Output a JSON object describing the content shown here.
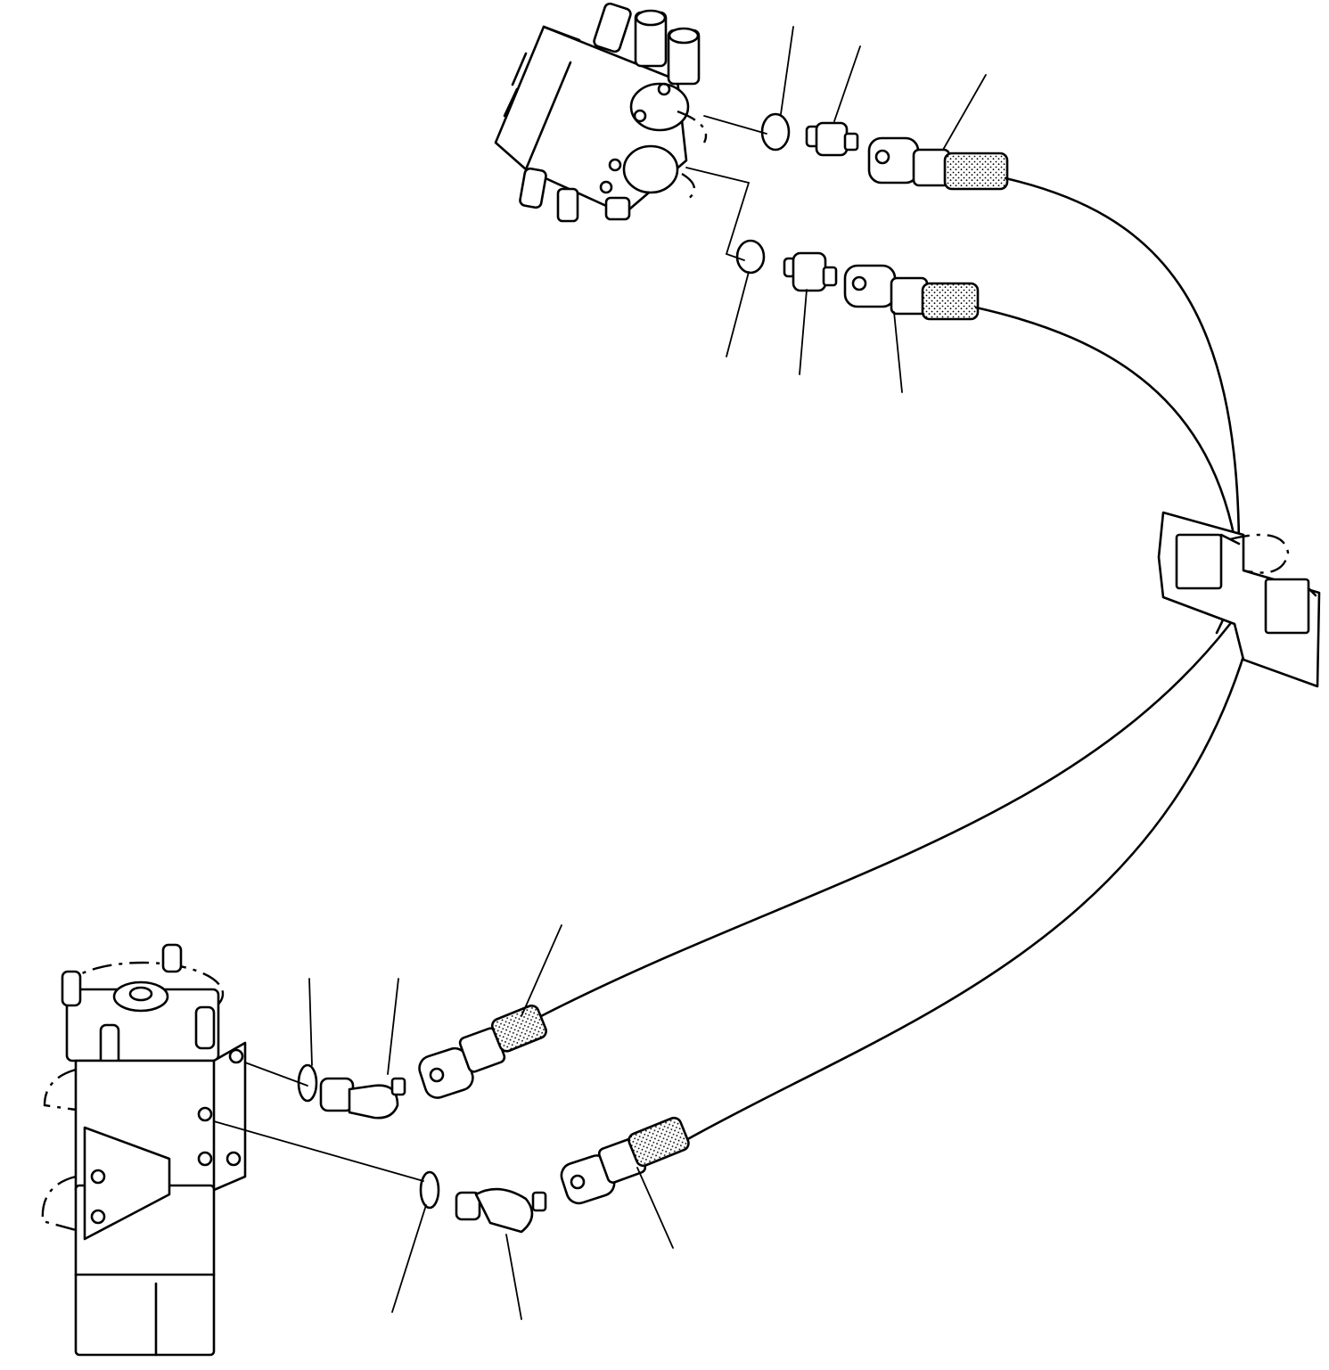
{
  "diagram": {
    "type": "hydraulic hose routing parts diagram",
    "components": [
      {
        "id": "control-valve",
        "icon": "control-valve-icon"
      },
      {
        "id": "steering-unit",
        "icon": "steering-unit-icon"
      },
      {
        "id": "hose-clamp-bracket",
        "icon": "clamp-bracket-icon"
      }
    ],
    "part_callouts": 12,
    "callout_labels": []
  }
}
